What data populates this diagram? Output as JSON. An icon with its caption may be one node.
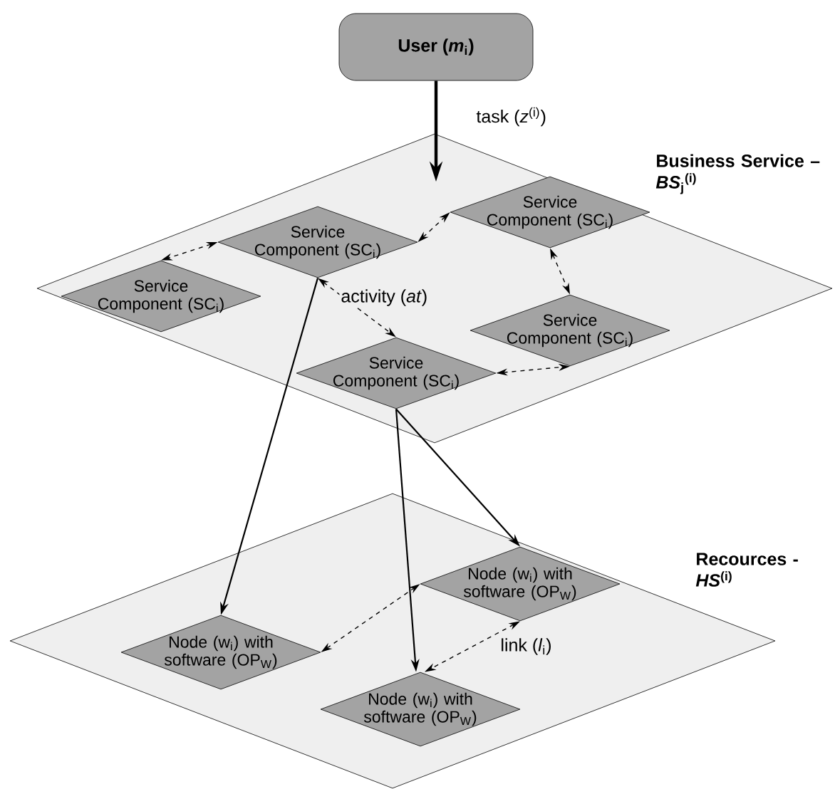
{
  "diagram": {
    "nodes": [
      {
        "text": [
          "User (*m*$_{i}$)"
        ]
      },
      {
        "text": [
          "Business Service – *BS*$_{j}$$^{(i)}$"
        ]
      },
      {
        "text": [
          "Service Component (SC$_{i}$)"
        ],
        "in": 1
      },
      {
        "text": [
          "Service Component (SC$_{i}$)"
        ],
        "in": 1
      },
      {
        "text": [
          "Service Component (SC$_{i}$)"
        ],
        "in": 1
      },
      {
        "text": [
          "Service Component (SC$_{i}$)"
        ],
        "in": 1
      },
      {
        "text": [
          "Service Component (SC$_{i}$)"
        ],
        "in": 1
      },
      {
        "text": [
          "Recources - *HS*$^{(i)}$"
        ]
      },
      {
        "text": [
          "Node (w$_{i}$) with software (OP$_{W}$)"
        ],
        "in": 7
      },
      {
        "text": [
          "Node (w$_{i}$) with software (OP$_{W}$)"
        ],
        "in": 7
      },
      {
        "text": [
          "Node (w$_{i}$) with software (OP$_{W}$)"
        ],
        "in": 7
      }
    ],
    "edges": [
      {
        "from": 0,
        "to": 1,
        "arrow": "to",
        "label": "task (*z*$^{(i)}$)",
        "style": "thick"
      },
      {
        "from": 2,
        "to": 3,
        "arrow": "both",
        "style": "dashed"
      },
      {
        "from": 2,
        "to": 4,
        "arrow": "both",
        "style": "dashed"
      },
      {
        "from": 3,
        "to": 5,
        "arrow": "both",
        "style": "dashed"
      },
      {
        "from": 2,
        "to": 6,
        "arrow": "both",
        "label": "activity (*at*)",
        "style": "dashed"
      },
      {
        "from": 6,
        "to": 5,
        "arrow": "both",
        "style": "dashed"
      },
      {
        "from": 2,
        "to": 9,
        "arrow": "to"
      },
      {
        "from": 6,
        "to": 8,
        "arrow": "to"
      },
      {
        "from": 6,
        "to": 10,
        "arrow": "to"
      },
      {
        "from": 9,
        "to": 8,
        "arrow": "both",
        "style": "dashed"
      },
      {
        "from": 8,
        "to": 10,
        "arrow": "both",
        "label": "link (*l*$_{i}$)",
        "style": "dashed"
      }
    ]
  }
}
